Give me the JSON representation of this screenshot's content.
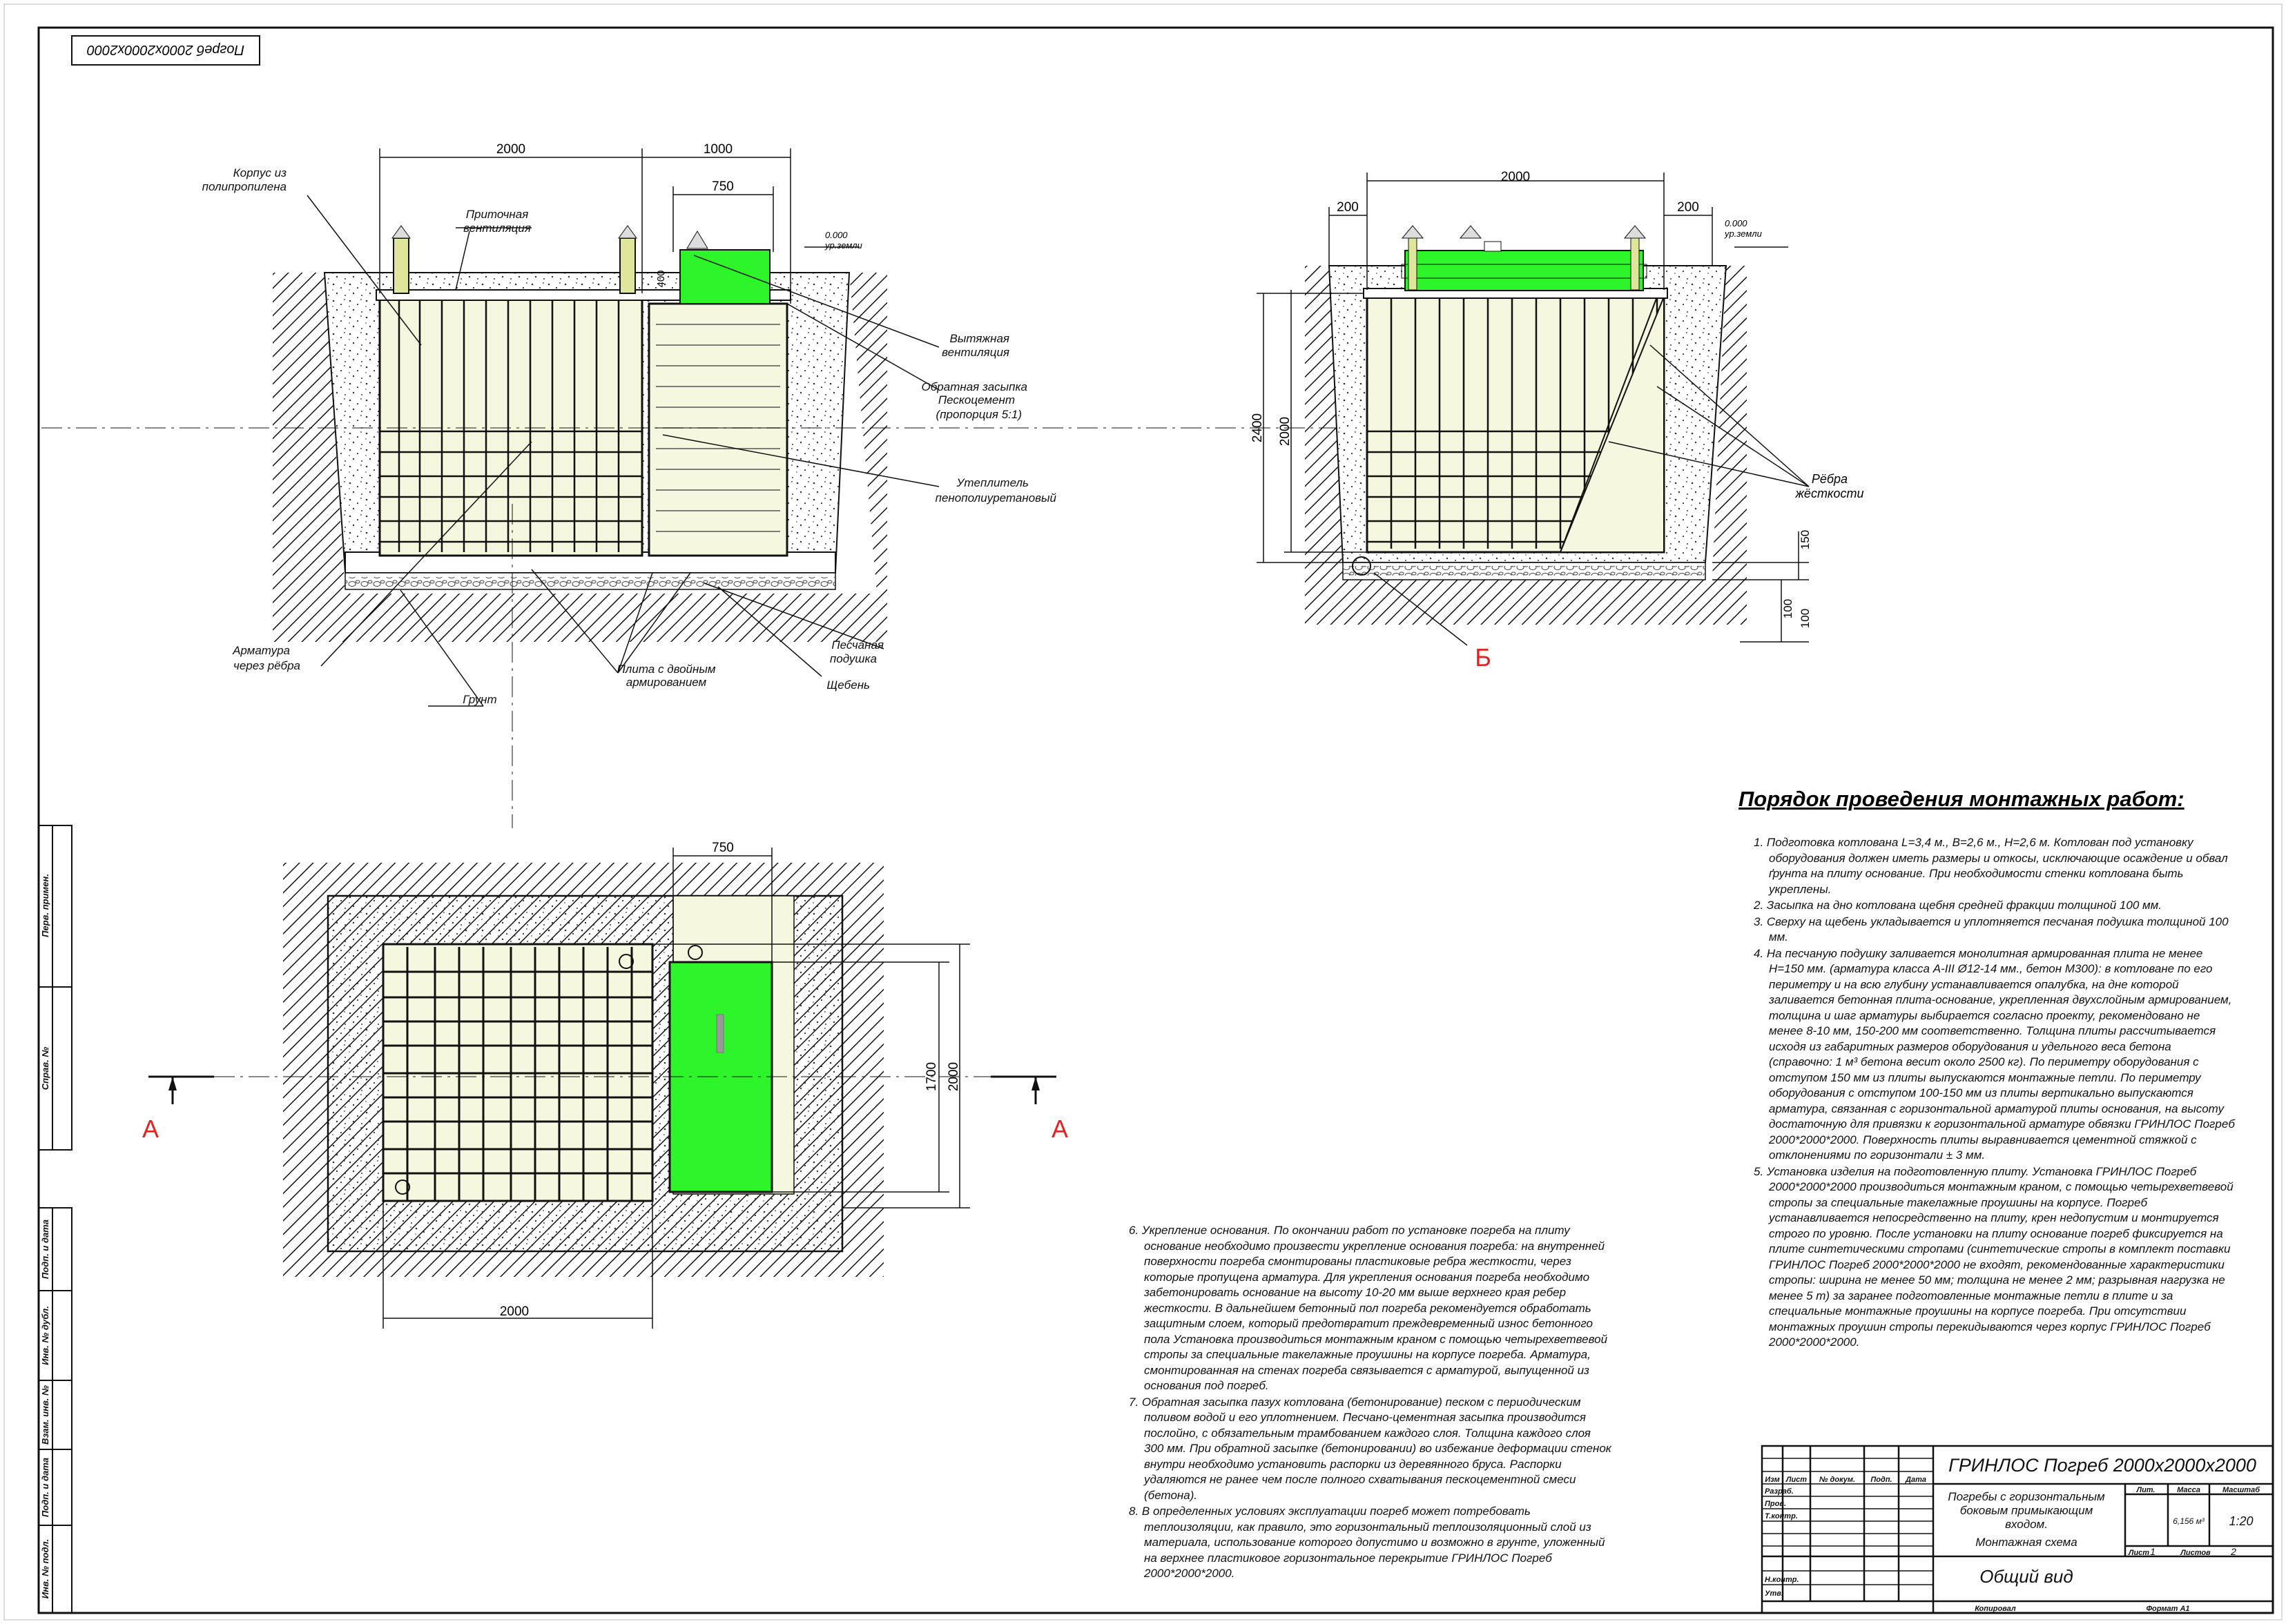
{
  "stamp": {
    "corner": "Погреб 2000x2000x2000"
  },
  "dims": {
    "d2000": "2000",
    "d1000": "1000",
    "d750": "750",
    "d200": "200",
    "d2400": "2400",
    "d150": "150",
    "d100": "100",
    "d1700": "1700",
    "ground0": "0.000",
    "ground_label": "ур.земли",
    "d400": "400"
  },
  "labels": {
    "body": [
      "Корпус из",
      "полипропилена"
    ],
    "supply_vent": [
      "Приточная",
      "вентиляция"
    ],
    "exhaust_vent": [
      "Вытяжная",
      "вентиляция"
    ],
    "backfill": [
      "Обратная засыпка",
      "Пескоцемент",
      "(пропорция 5:1)"
    ],
    "insulation": [
      "Утеплитель",
      "пенополиуретановый"
    ],
    "rebar": [
      "Арматура",
      "через рёбра"
    ],
    "ground": "Грунт",
    "slab": [
      "Плита с двойным",
      "армированием"
    ],
    "sand": [
      "Песчаная",
      "подушка"
    ],
    "gravel": "Щебень",
    "ribs": [
      "Рёбра",
      "жёсткости"
    ],
    "section_b": "Б",
    "section_a": "А"
  },
  "heading": "Порядок проведения монтажных работ:",
  "steps_right": [
    "1. Подготовка котлована  L=3,4 м., B=2,6 м., H=2,6 м. Котлован под установку оборудования должен иметь размеры и откосы, исключающие осаждение и обвал ґрунта на плиту основание. При необходимости стенки котлована быть укреплены.",
    "2. Засыпка на дно котлована щебня средней фракции толщиной 100 мм.",
    "3. Сверху на щебень укладывается и уплотняется песчаная подушка толщиной 100 мм.",
    "4. На песчаную подушку заливается монолитная армированная плита не менее H=150 мм. (арматура класса  A-III Ø12-14 мм., бетон М300): в котловане по его периметру и на всю глубину устанавливается опалубка, на дне которой заливается бетонная плита-основание, укрепленная двухслойным армированием, толщина и шаг арматуры выбирается согласно проекту, рекомендовано не менее 8-10 мм, 150-200 мм соответственно. Толщина плиты рассчитывается исходя из габаритных размеров оборудования и удельного веса бетона (справочно: 1 м³ бетона весит около 2500 кг). По периметру оборудования с отступом 150 мм из плиты выпускаются монтажные петли. По периметру оборудования с отступом 100-150 мм из плиты вертикально выпускаются арматура, связанная с горизонтальной арматурой плиты основания, на высоту достаточную для привязки к горизонтальной арматуре обвязки ГРИНЛОС Погреб    2000*2000*2000. Поверхность плиты выравнивается цементной стяжкой с  отклонениями по горизонтали ± 3 мм.",
    "5. Установка изделия на подготовленную плиту. Установка ГРИНЛОС Погреб 2000*2000*2000 производиться монтажным краном, с помощью четырехветвевой стропы за специальные такелажные проушины на корпусе. Погреб устанавливается непосредственно на плиту, крен недопустим и монтируется строго по уровню. После установки на плиту основание погреб фиксируется на плите синтетическими стропами (синтетические стропы в комплект поставки ГРИНЛОС Погреб   2000*2000*2000 не входят, рекомендованные характеристики стропы: ширина не менее 50 мм; толщина не менее 2 мм; разрывная нагрузка не менее 5 т) за заранее подготовленные монтажные петли в плите и за специальные монтажные проушины на корпусе погреба. При отсутствии монтажных проушин стропы перекидываются через корпус ГРИНЛОС Погреб    2000*2000*2000."
  ],
  "steps_left": [
    "6. Укрепление основания. По окончании работ по установке погреба на плиту основание необходимо произвести укрепление основания погреба: на внутренней поверхности погреба смонтированы пластиковые ребра жесткости, через которые пропущена арматура. Для укрепления основания погреба необходимо забетонировать основание на высоту  10-20 мм выше верхнего края ребер жесткости. В дальнейшем бетонный пол погреба рекомендуется обработать защитным слоем, который предотвратит преждевременный износ бетонного пола Установка производиться монтажным краном с помощью четырехветвевой стропы за специальные такелажные проушины на корпусе погреба. Арматура, смонтированная на стенах погреба связывается с арматурой, выпущенной из основания под погреб.",
    "7. Обратная засыпка пазух котлована (бетонирование) песком с периодическим поливом водой и его уплотнением. Песчано-цементная засыпка производится послойно, с обязательным трамбованием каждого слоя. Толщина каждого слоя 300 мм. При обратной засыпке (бетонировании) во избежание деформации стенок внутри необходимо установить распорки из деревянного бруса. Распорки удаляются не ранее чем после полного схватывания пескоцементной смеси (бетона).",
    "8. В определенных условиях эксплуатации погреб может потребовать теплоизоляции, как правило, это горизонтальный теплоизоляционный слой из материала, использование которого допустимо и возможно в грунте, уложенный на верхнее пластиковое горизонтальное перекрытие ГРИНЛОС Погреб  2000*2000*2000."
  ],
  "title_block": {
    "product": "ГРИНЛОС Погреб 2000x2000x2000",
    "description": [
      "Погребы с горизонтальным",
      "боковым примыкающим",
      "входом.",
      "Монтажная схема"
    ],
    "sheet_name": "Общий вид",
    "col_headers": [
      "Изм",
      "Лист",
      "№ докум.",
      "Подп.",
      "Дата"
    ],
    "rows": [
      "Разраб.",
      "Пров.",
      "Т.контр.",
      "",
      "Н.контр.",
      "Утв."
    ],
    "lit": "Лит.",
    "mass": "Масса",
    "scale_h": "Масштаб",
    "mass_val": "6,156 м³",
    "scale": "1:20",
    "sheet": "Лист",
    "sheet_n": "1",
    "sheets": "Листов",
    "sheets_n": "2",
    "copied": "Копировал",
    "format": "Формат А1"
  },
  "side_stamp": [
    "Перв. примен.",
    "Справ. №",
    "Подп. и дата",
    "Инв. № дубл.",
    "Взам. инв. №",
    "Подп. и дата",
    "Инв. № подл."
  ]
}
